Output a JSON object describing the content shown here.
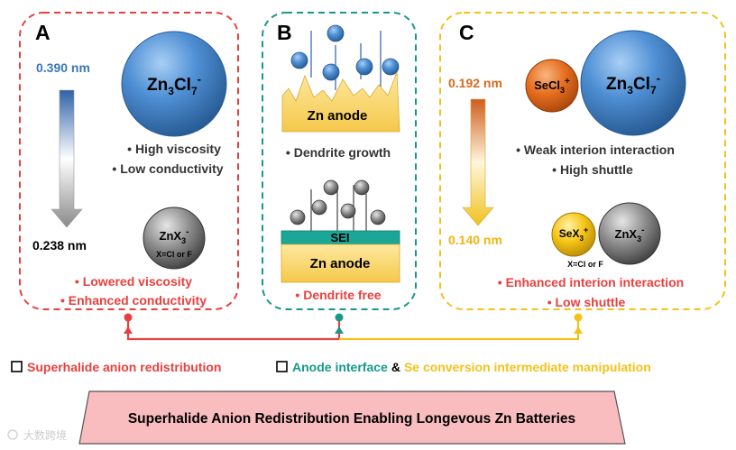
{
  "panels": {
    "A": {
      "letter": "A",
      "size_top": "0.390 nm",
      "size_bottom": "0.238 nm",
      "big_ion": {
        "base": "Zn",
        "sub1": "3",
        "mid": "Cl",
        "sub2": "7",
        "sup": "-"
      },
      "small_ion": {
        "base": "ZnX",
        "sub": "3",
        "sup": "-",
        "note": "X=Cl or F"
      },
      "props_black": [
        "High viscosity",
        "Low conductivity"
      ],
      "props_red": [
        "Lowered viscosity",
        "Enhanced conductivity"
      ]
    },
    "B": {
      "letter": "B",
      "anode_label_top": "Zn anode",
      "note_top": "Dendrite growth",
      "sei_label": "SEI",
      "anode_label_bottom": "Zn anode",
      "note_bottom": "Dendrite free"
    },
    "C": {
      "letter": "C",
      "size_top": "0.192 nm",
      "size_bottom": "0.140 nm",
      "top_cation": {
        "base": "SeCl",
        "sub": "3",
        "sup": "+"
      },
      "top_anion": {
        "base": "Zn",
        "sub1": "3",
        "mid": "Cl",
        "sub2": "7",
        "sup": "-"
      },
      "bottom_cation": {
        "base": "SeX",
        "sub": "3",
        "sup": "+"
      },
      "bottom_anion": {
        "base": "ZnX",
        "sub": "3",
        "sup": "-"
      },
      "note": "X=Cl or F",
      "props_black": [
        "Weak interion interaction",
        "High shuttle"
      ],
      "props_red": [
        "Enhanced interion interaction",
        "Low shuttle"
      ]
    }
  },
  "legend": {
    "item1": "Superhalide anion redistribution",
    "item2": "Anode interface",
    "amp": "&",
    "item3": "Se conversion intermediate manipulation"
  },
  "banner": "Superhalide Anion Redistribution Enabling Longevous Zn Batteries",
  "watermark": "大数跨境",
  "colors": {
    "red": "#e8403e",
    "teal": "#17988c",
    "gold": "#f3c21a",
    "blue_text": "#3a78b8",
    "orange_text": "#d86a1e",
    "banner_fill": "#f9bcbf"
  }
}
